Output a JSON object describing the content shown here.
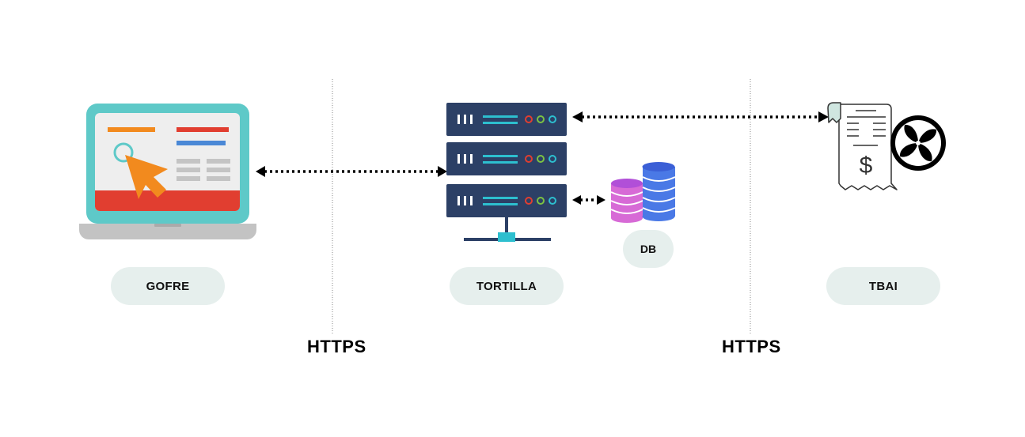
{
  "nodes": {
    "gofre": "GOFRE",
    "tortilla": "TORTILLA",
    "tbai": "TBAI",
    "db": "DB"
  },
  "protocols": {
    "left": "HTTPS",
    "right": "HTTPS"
  },
  "receipt_symbol": "$",
  "colors": {
    "laptop_frame": "#5ec9c8",
    "laptop_base": "#c3c3c3",
    "screen_bg": "#eeeeee",
    "screen_bottom": "#e13e30",
    "cursor": "#f28a1e",
    "server": "#2c4066",
    "server_accent": "#2dbfcf",
    "db_pink": "#d76ad6",
    "db_blue": "#4a79e6",
    "pill_bg": "#e6efed"
  }
}
